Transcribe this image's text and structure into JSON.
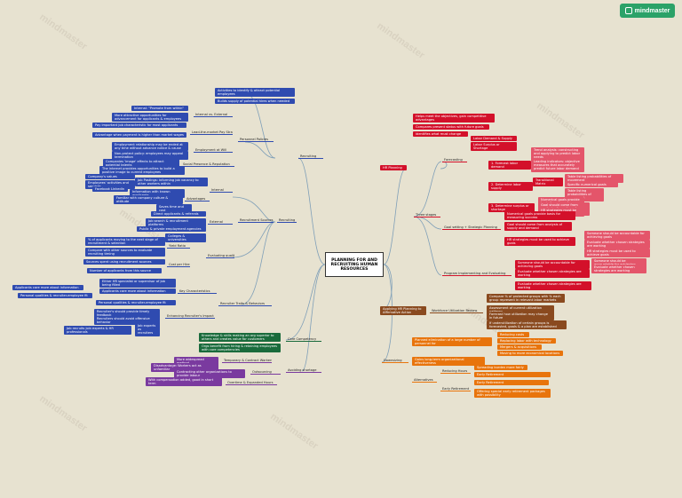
{
  "logo": {
    "text": "mindmaster"
  },
  "watermark": "mindmaster",
  "colors": {
    "recruiting": "#2f4bb0",
    "competency": "#1a6b3c",
    "shortage": "#7a3a9f",
    "planning": "#d3102a",
    "affirmative": "#8a4a1f",
    "downsizing": "#e8740c",
    "line": "#7f9fb8"
  },
  "central": "PLANNING FOR AND RECRUITING HUMAN RESOURCES",
  "recruiting": {
    "label": "Recruiting",
    "items": [
      "Activities to identify & attract potential employees",
      "Builds supply of potential hires when needed",
      "Personnel Policies",
      "Internal vs. External",
      "Lead-the-market Pay Strategies",
      "Employment at Will",
      "Image Advertising",
      "Internal: \"Promote from within\"",
      "More attractive opportunities for advancement for applicants & employees",
      "Pay important job characteristic for most applicants",
      "Advantage when payment is higher than market wages",
      "Employment relationship may be ended at any time without advance notice & cause",
      "Non-protect policy: employees may appeal termination",
      "Companies 'image' effects to attract potential talents",
      "Recruitment Sources",
      "Social Presence & Reputation",
      "The internet provides opportunities to build a positive image to current employees",
      "Company's values",
      "Employees' activities and services",
      "Facebook LinkedIn",
      "Internal",
      "Job Postings: informing job vacancy to other workers within",
      "Information with known applicants",
      "Advantages",
      "Familiar with company culture & attitude",
      "Saves time and cost",
      "External",
      "Direct applicants & referrals",
      "Job search & recruitment platforms",
      "Public & private employment agencies",
      "Colleges & universities",
      "Evaluating quality",
      "Yield Ratio",
      "% of applicants moving to the next stage of recruitment & selection",
      "Compare with other sources to evaluate recruiting timing",
      "Cost per Hire",
      "Sources spent using recruitment sources",
      "Number of applicants from this source",
      "Recruiter Traits & Behaviors",
      "Key Characteristics",
      "Either HR specialist or supervisor of job being filled",
      "Applicants care more about information",
      "Personal qualities & recruiter-employee fit",
      "Enhancing Recruiter's Impact",
      "Recruiter's should provide timely feedback",
      "Recruiters should avoid offensive behavior",
      "Job experts as recruiters",
      "Job recruits join experts & HR professionals"
    ]
  },
  "competency": {
    "label": "Core Competency",
    "items": [
      "Knowledge & skills making an org superior to others and creates value for customers",
      "Orgs benefit from hiring & retaining employees with core competencies"
    ]
  },
  "shortage": {
    "label": "Avoiding shortage",
    "items": [
      "Temporary & Contract Workers",
      "Outsourcing",
      "Overtime & Expanded Hours",
      "More widespread method",
      "Disadvantage: Workers act as unfamiliar",
      "Contracting other organizations to provide labour",
      "With compensation added, good in short term"
    ]
  },
  "planning": {
    "label": "HR Planning",
    "items": [
      "Helps meet the objectives, gain competitive advantages",
      "Compares present status with future goals",
      "Identifies what must change",
      "Three stages",
      "Forecasting",
      "Labor Demand & Supply",
      "Labor Surplus or Shortage",
      "1. Forecast labor demand",
      "2. Determine labor supply",
      "3. Determine surplus or shortage",
      "Goal setting + Strategic Planning",
      "Program Implementing and Evaluating",
      "Trend analysis: constructing and applying to predict labor needs",
      "Leading indicators: objective measures that accurately predict future labor demand",
      "Transitional Matrix",
      "Table listing probabilities of movement",
      "Specific numerical goals",
      "Numerical goals provide basis for measuring success",
      "Goal should come from analysis of supply and demand",
      "HR strategies must be used to achieve goals",
      "Someone should be accountable for achieving goals",
      "Evaluate whether chosen strategies are working"
    ]
  },
  "affirmative": {
    "label": "Applying HR Planning to Affirmative Action",
    "review": "Workforce Utilization Review",
    "items": [
      "Compare % of protected groups with % each group represent in relevant labor markets",
      "Assessment of current utilization patterns",
      "Forecast how utilization may change in future",
      "If underutilization of certain groups is forecasted, goals & a plan are established"
    ]
  },
  "downsizing": {
    "label": "Downsizing",
    "alternatives": "Alternatives",
    "items": [
      "Planned elimination of a large number of personnel for",
      "Reducing costs",
      "Replacing labor with technology",
      "Mergers & acquisitions",
      "Moving to more economical locations",
      "Gains long-term organizational effectiveness",
      "Reducing Hours",
      "Spreading burden more fairly",
      "Early Retirement",
      "Offering special early retirement packages with possibility"
    ]
  }
}
